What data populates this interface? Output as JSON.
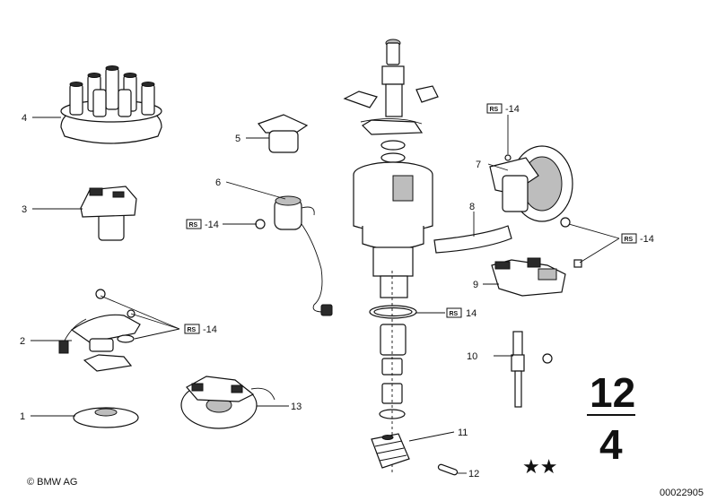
{
  "callouts": {
    "c1": "1",
    "c2": "2",
    "c3": "3",
    "c4": "4",
    "c5": "5",
    "c6": "6",
    "c7": "7",
    "c8": "8",
    "c9": "9",
    "c10": "10",
    "c11": "11",
    "c12": "12",
    "c13": "13"
  },
  "rs_badge": "RS",
  "rs_ref": "-14",
  "rs_ref_alt": "14",
  "group": {
    "main": "12",
    "sub": "4"
  },
  "stars": "★★",
  "copyright": "© BMW AG",
  "diagram_id": "00022905"
}
